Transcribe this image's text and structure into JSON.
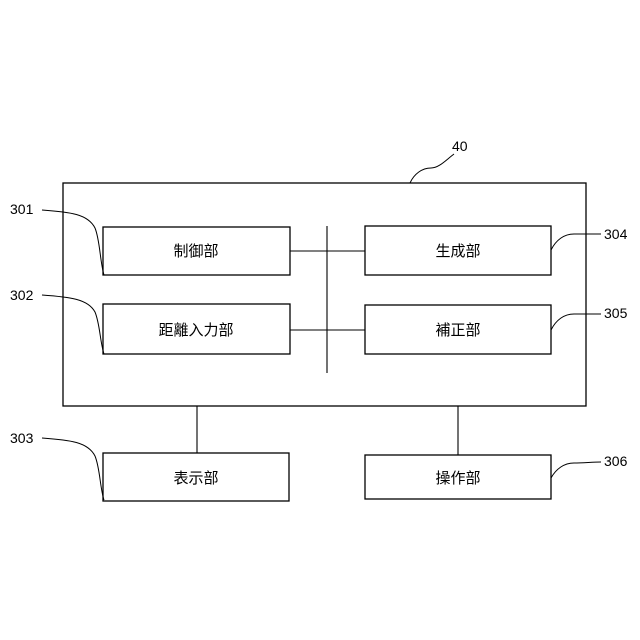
{
  "diagram": {
    "main_ref": "40",
    "blocks": {
      "b301": {
        "ref": "301",
        "label": "制御部"
      },
      "b302": {
        "ref": "302",
        "label": "距離入力部"
      },
      "b303": {
        "ref": "303",
        "label": "表示部"
      },
      "b304": {
        "ref": "304",
        "label": "生成部"
      },
      "b305": {
        "ref": "305",
        "label": "補正部"
      },
      "b306": {
        "ref": "306",
        "label": "操作部"
      }
    }
  }
}
